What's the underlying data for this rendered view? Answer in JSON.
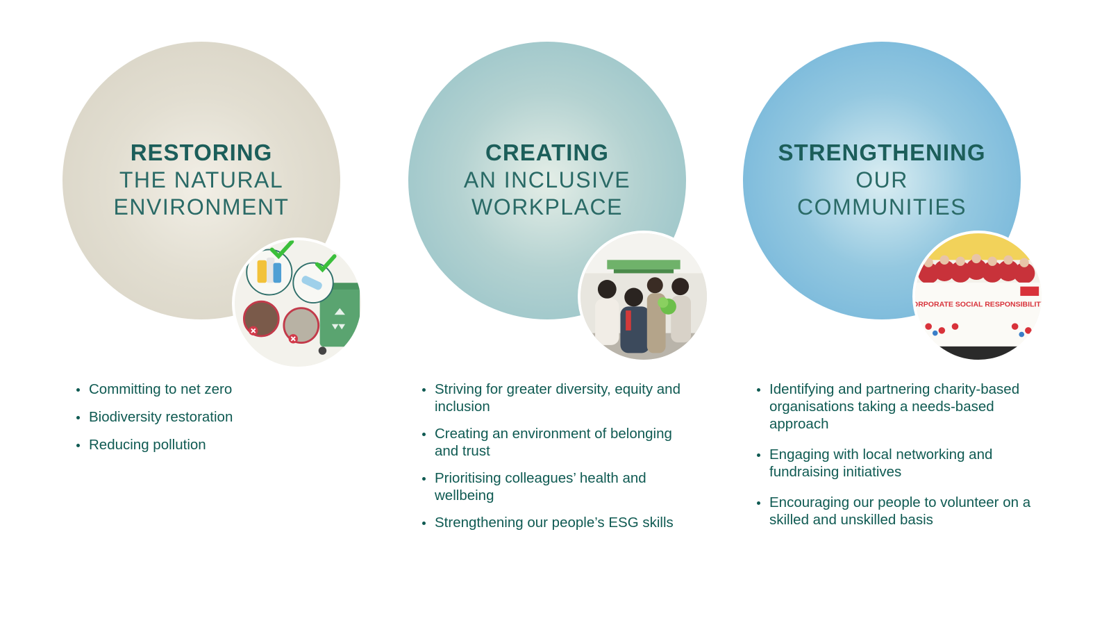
{
  "pillars": [
    {
      "heading_bold": "RESTORING",
      "heading_line1": "THE NATURAL",
      "heading_line2": "ENVIRONMENT",
      "photo_icon": "recycling-illustration",
      "points": [
        "Committing to net zero",
        "Biodiversity restoration",
        "Reducing pollution"
      ]
    },
    {
      "heading_bold": "CREATING",
      "heading_line1": "AN INCLUSIVE",
      "heading_line2": "WORKPLACE",
      "photo_icon": "workplace-photo",
      "points": [
        "Striving for greater diversity, equity and inclusion",
        "Creating an environment of belonging and trust",
        "Prioritising colleagues’ health and wellbeing",
        "Strengthening our people’s ESG skills"
      ]
    },
    {
      "heading_bold": "STRENGTHENING",
      "heading_line1": "OUR",
      "heading_line2": "COMMUNITIES",
      "photo_icon": "community-group-photo",
      "banner_text": "CORPORATE SOCIAL RESPONSIBILITY",
      "points": [
        "Identifying and partnering charity-based organisations taking a needs-based approach",
        "Engaging with local networking and fundraising initiatives",
        "Encouraging our people to volunteer on a skilled and unskilled basis"
      ]
    }
  ],
  "colors": {
    "text": "#0f5a52",
    "circle_1": "#d6d1c2",
    "circle_2": "#8fbfc6",
    "circle_3": "#68afd8"
  }
}
